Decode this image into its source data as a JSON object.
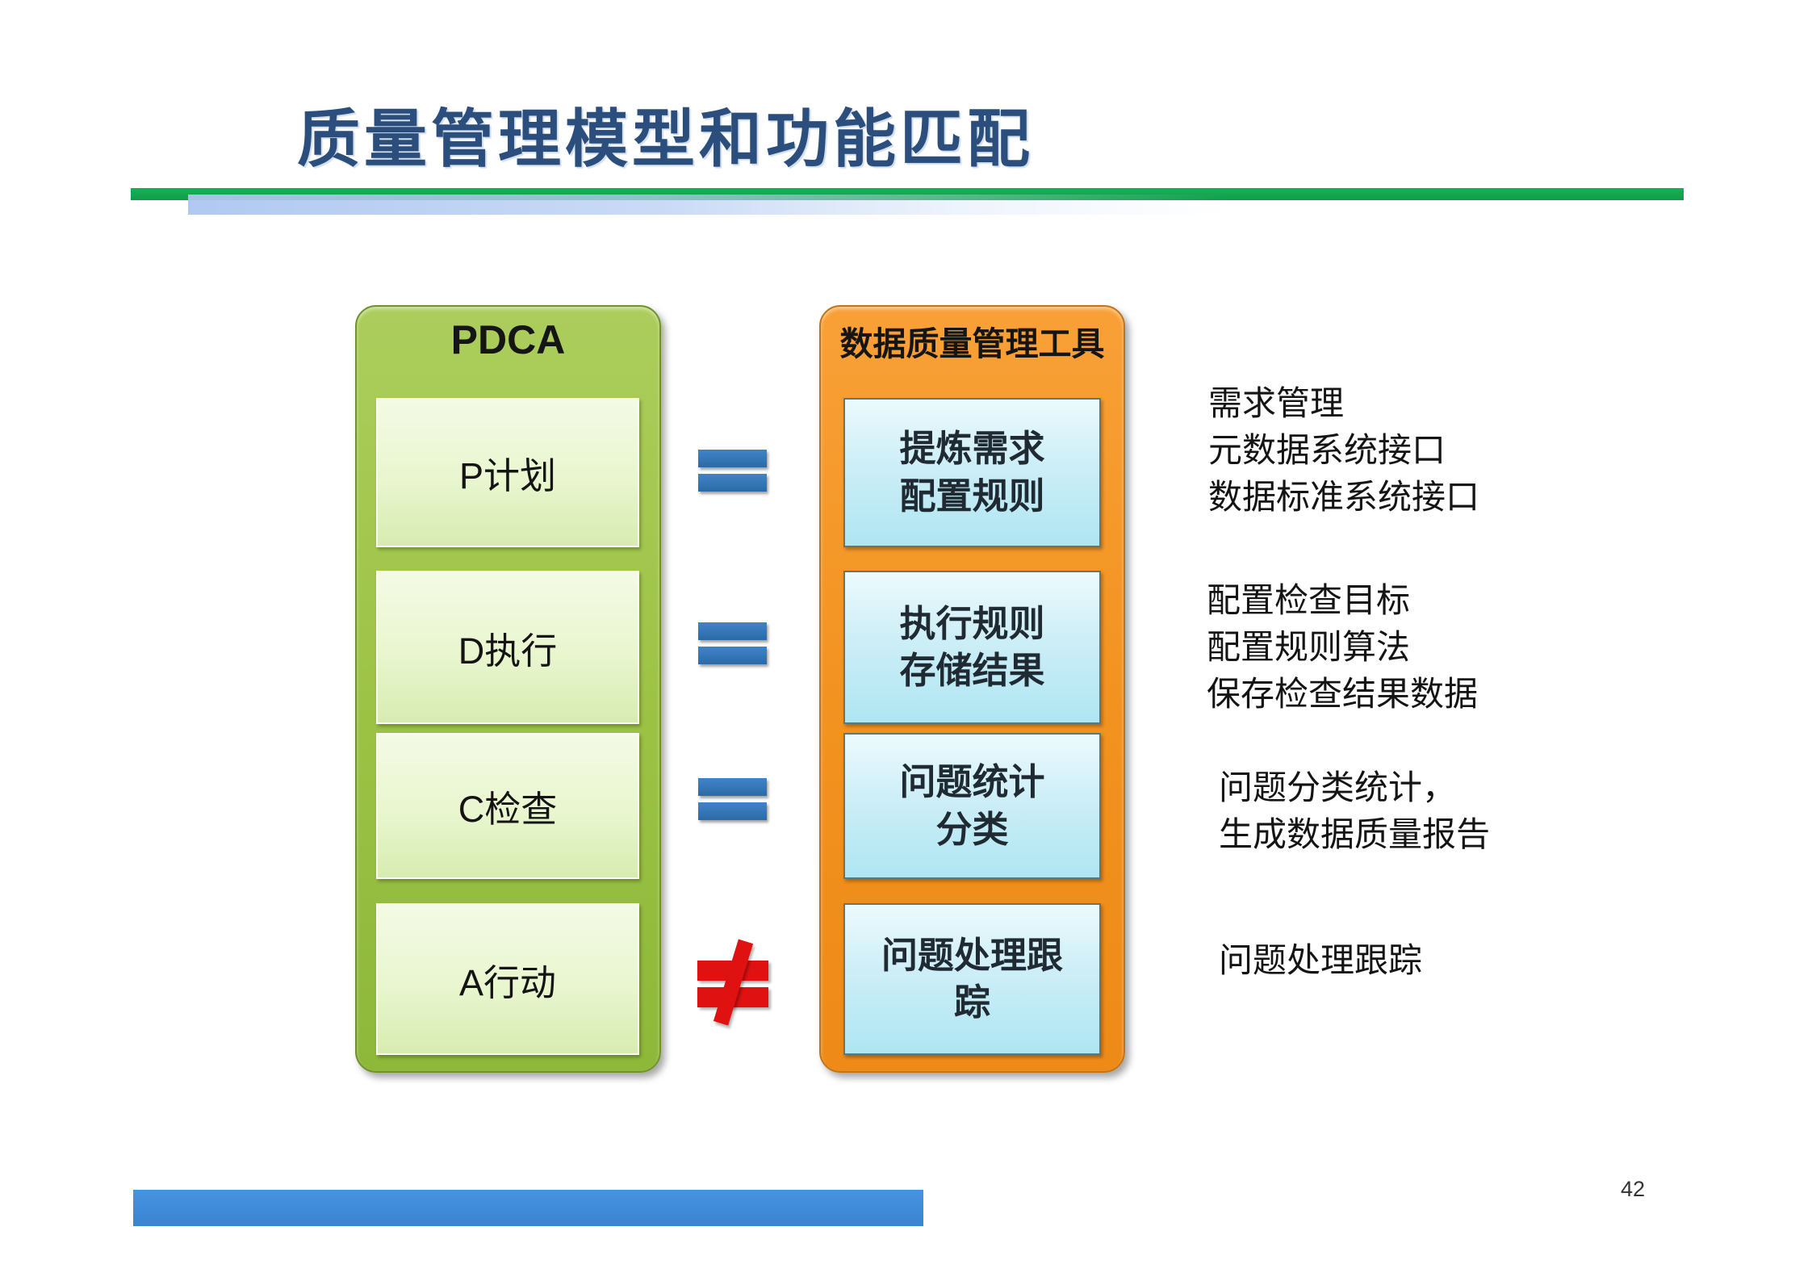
{
  "slide": {
    "title": "质量管理模型和功能匹配",
    "page_number": "42"
  },
  "pdca": {
    "header": "PDCA",
    "boxes": [
      {
        "label": "P计划"
      },
      {
        "label": "D执行"
      },
      {
        "label": "C检查"
      },
      {
        "label": "A行动"
      }
    ]
  },
  "tools": {
    "header": "数据质量管理工具",
    "boxes": [
      {
        "line1": "提炼需求",
        "line2": "配置规则"
      },
      {
        "line1": "执行规则",
        "line2": "存储结果"
      },
      {
        "line1": "问题统计",
        "line2": "分类"
      },
      {
        "line1": "问题处理跟",
        "line2": "踪"
      }
    ]
  },
  "relations": [
    "equals",
    "equals",
    "equals",
    "not-equals"
  ],
  "annotations": [
    {
      "line1": "需求管理",
      "line2": "元数据系统接口",
      "line3": "数据标准系统接口"
    },
    {
      "line1": "配置检查目标",
      "line2": "配置规则算法",
      "line3": "保存检查结果数据"
    },
    {
      "line1": "问题分类统计，",
      "line2": "生成数据质量报告"
    },
    {
      "line1": "问题处理跟踪"
    }
  ],
  "colors": {
    "title_text": "#2b4e7c",
    "rule_green": "#0f9c47",
    "strip_blue": "#adc6f0",
    "panel_green": "#9cc244",
    "panel_green_border": "#6f9130",
    "panel_orange": "#f2921f",
    "panel_orange_border": "#c1751a",
    "box_light_green": "#e9f6cf",
    "box_light_blue": "#cdeef7",
    "equals_blue": "#2e6ea9",
    "not_equal_red": "#e01111",
    "footer_blue": "#3a84d2"
  }
}
